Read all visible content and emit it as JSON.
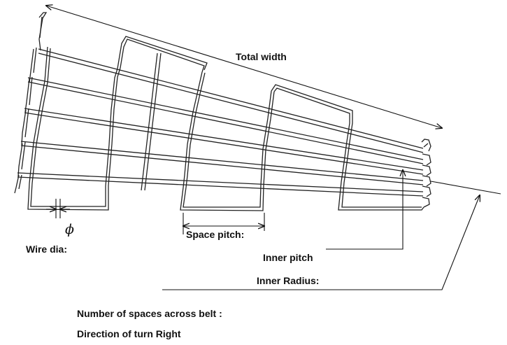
{
  "labels": {
    "total_width": "Total width",
    "wire_symbol": "ϕ",
    "wire_dia": "Wire dia:",
    "space_pitch": "Space pitch:",
    "inner_pitch": "Inner pitch",
    "inner_radius": "Inner Radius:",
    "spaces_across": "Number of spaces across belt :",
    "direction": "Direction of turn Right"
  },
  "colors": {
    "ink": "#111111",
    "wire": "#222222",
    "background": "#ffffff"
  }
}
